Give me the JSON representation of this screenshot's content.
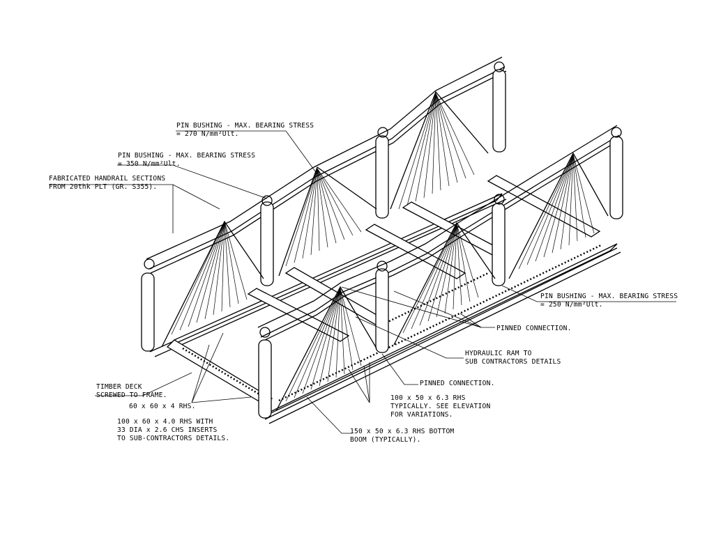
{
  "annotations": {
    "pin_bushing_top_1": "PIN BUSHING - MAX. BEARING STRESS",
    "pin_bushing_top_2": "= 270 N/mm²Ult.",
    "pin_bushing_mid_1": "PIN BUSHING - MAX. BEARING STRESS",
    "pin_bushing_mid_2": "= 350 N/mm²Ult.",
    "handrail_1": "FABRICATED HANDRAIL SECTIONS",
    "handrail_2": "FROM 20thk PLT (GR. S355).",
    "pin_bushing_right_1": "PIN BUSHING - MAX. BEARING STRESS",
    "pin_bushing_right_2": "= 250 N/mm²Ult.",
    "pinned_connection_1": "PINNED CONNECTION.",
    "hydraulic_1": "HYDRAULIC RAM TO",
    "hydraulic_2": "SUB CONTRACTORS DETAILS",
    "pinned_connection_2": "PINNED CONNECTION.",
    "timber_1": "TIMBER DECK",
    "timber_2": "SCREWED TO FRAME.",
    "rhs_60": "60 x 60 x 4 RHS.",
    "rhs_100x50_1": "100 x 50 x 6.3 RHS",
    "rhs_100x50_2": "TYPICALLY. SEE ELEVATION",
    "rhs_100x50_3": "FOR VARIATIONS.",
    "rhs_100x60_1": "100 x 60 x 4.0 RHS WITH",
    "rhs_100x60_2": "33 DIA x 2.6 CHS INSERTS",
    "rhs_100x60_3": "TO SUB-CONTRACTORS DETAILS.",
    "rhs_150_1": "150 x 50 x 6.3 RHS BOTTOM",
    "rhs_150_2": "BOOM (TYPICALLY)."
  },
  "colors": {
    "line": "#000000",
    "background": "#ffffff"
  }
}
